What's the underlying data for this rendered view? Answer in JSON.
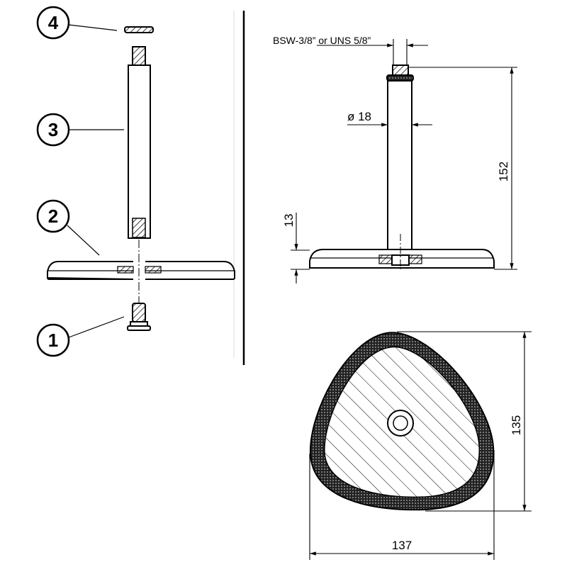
{
  "balloons": {
    "part1": "1",
    "part2": "2",
    "part3": "3",
    "part4": "4"
  },
  "dimensions": {
    "thread": "BSW-3/8” or UNS 5/8”",
    "diameter": "ø 18",
    "height": "152",
    "base_height": "13",
    "width": "137",
    "depth": "135"
  }
}
